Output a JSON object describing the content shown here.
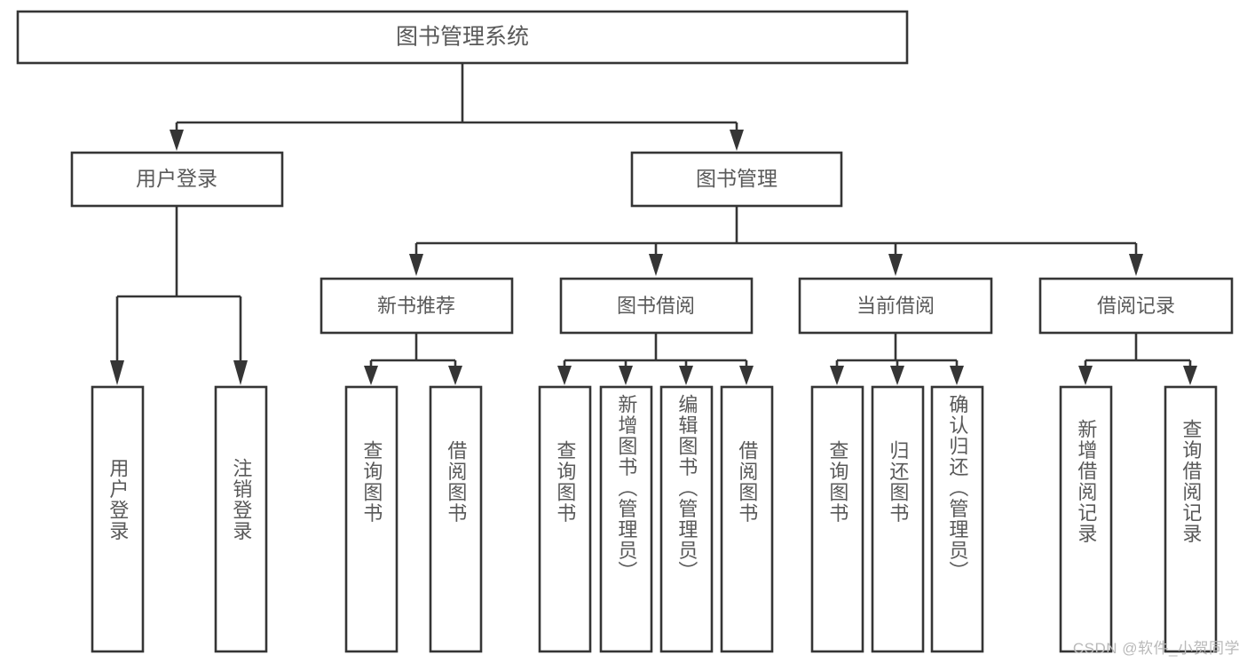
{
  "diagram": {
    "type": "hierarchy-tree",
    "title": "图书管理系统",
    "watermark": "CSDN @软件_小贺同学",
    "colors": {
      "stroke": "#353535",
      "text": "#595959",
      "background": "#ffffff",
      "watermark": "#b9b9b9"
    },
    "root": {
      "label": "图书管理系统"
    },
    "level2": [
      {
        "label": "用户登录"
      },
      {
        "label": "图书管理"
      }
    ],
    "level3": [
      {
        "label": "新书推荐"
      },
      {
        "label": "图书借阅"
      },
      {
        "label": "当前借阅"
      },
      {
        "label": "借阅记录"
      }
    ],
    "leaves": {
      "user_login": [
        {
          "label": "用户登录"
        },
        {
          "label": "注销登录"
        }
      ],
      "new_book_recommend": [
        {
          "label": "查询图书"
        },
        {
          "label": "借阅图书"
        }
      ],
      "book_borrow": [
        {
          "label": "查询图书"
        },
        {
          "label": "新增图书（管理员）"
        },
        {
          "label": "编辑图书（管理员）"
        },
        {
          "label": "借阅图书"
        }
      ],
      "current_borrow": [
        {
          "label": "查询图书"
        },
        {
          "label": "归还图书"
        },
        {
          "label": "确认归还（管理员）"
        }
      ],
      "borrow_record": [
        {
          "label": "新增借阅记录"
        },
        {
          "label": "查询借阅记录"
        }
      ]
    }
  }
}
